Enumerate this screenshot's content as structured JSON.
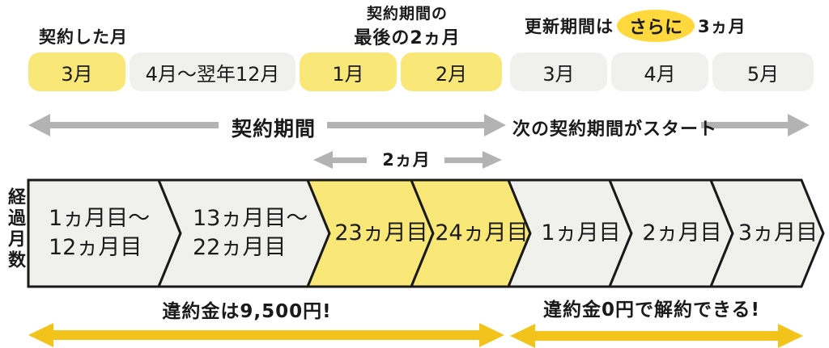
{
  "annotations": {
    "start_month_note": "契約した月",
    "mid_note_line1": "契約期間の",
    "mid_note_line2": "最後の2ヵ月",
    "right_note_before": "更新期間は",
    "right_note_highlight": "さらに",
    "right_note_after": "3ヵ月",
    "period_arrow_label": "契約期間",
    "next_period_arrow_label": "次の契約期間がスタート",
    "small_arrow_label": "2ヵ月",
    "vertical_axis_label": "経過月数",
    "bottom_left_label": "違約金は9,500円!",
    "bottom_right_label": "違約金0円で解約できる!"
  },
  "month_row": [
    {
      "label": "3月",
      "highlight": true
    },
    {
      "label": "4月〜翌年12月",
      "highlight": false
    },
    {
      "label": "1月",
      "highlight": true
    },
    {
      "label": "2月",
      "highlight": true
    },
    {
      "label": "3月",
      "highlight": false
    },
    {
      "label": "4月",
      "highlight": false
    },
    {
      "label": "5月",
      "highlight": false
    }
  ],
  "chevron_row": [
    {
      "line1": "1ヵ月目〜",
      "line2": "12ヵ月目",
      "highlight": false
    },
    {
      "line1": "13ヵ月目〜",
      "line2": "22ヵ月目",
      "highlight": false
    },
    {
      "line1": "23ヵ月目",
      "line2": "",
      "highlight": true
    },
    {
      "line1": "24ヵ月目",
      "line2": "",
      "highlight": true
    },
    {
      "line1": "1ヵ月目",
      "line2": "",
      "highlight": false
    },
    {
      "line1": "2ヵ月目",
      "line2": "",
      "highlight": false
    },
    {
      "line1": "3ヵ月目",
      "line2": "",
      "highlight": false
    }
  ],
  "colors": {
    "highlight_yellow": "#F9E878",
    "neutral_gray": "#F0F0ED",
    "outline_black": "#1A1A1A",
    "arrow_gray": "#B3B3B3",
    "arrow_yellow": "#F2C31A",
    "badge_yellow": "#FFD83D",
    "text": "#1A1A1A"
  }
}
